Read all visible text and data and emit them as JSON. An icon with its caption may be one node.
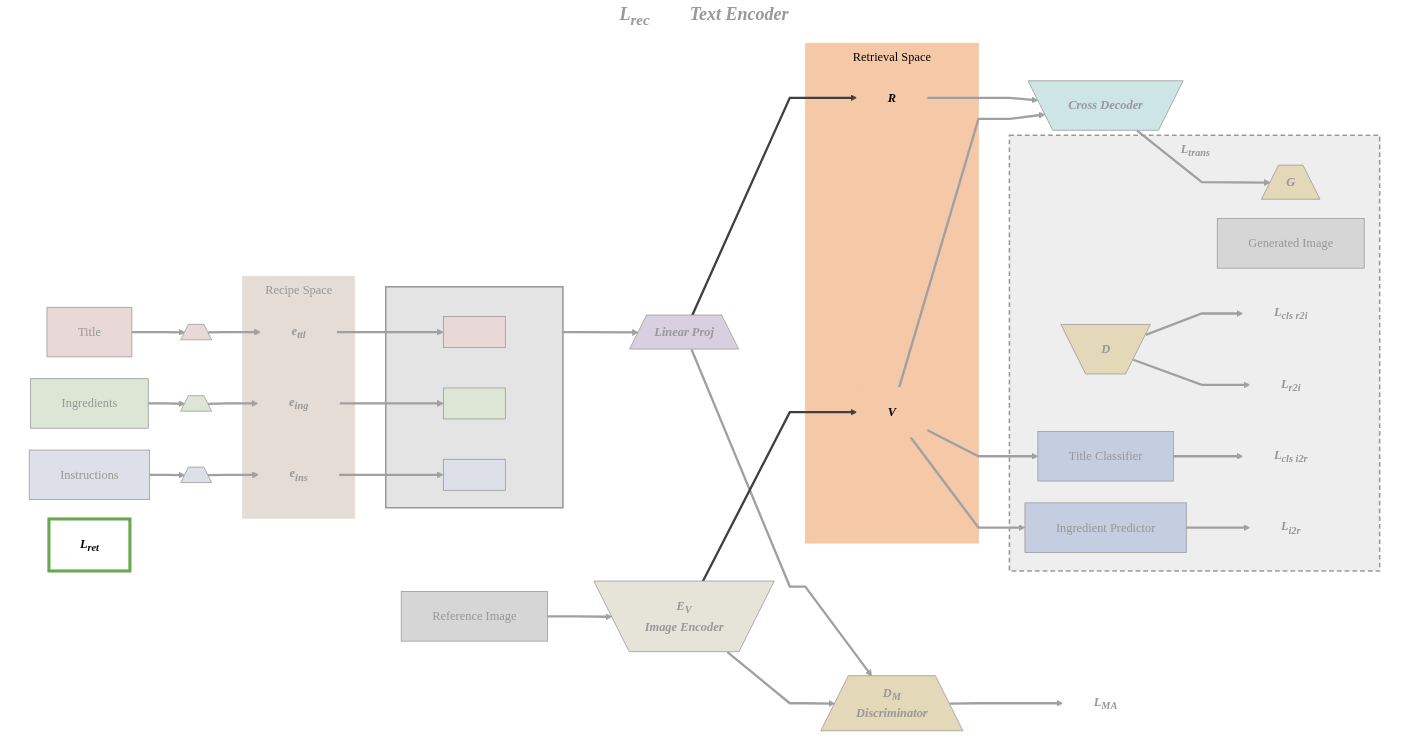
{
  "diagram": {
    "nodes": [
      {
        "text": [
          "Title"
        ]
      },
      {
        "text": [
          "Ingredients"
        ]
      },
      {
        "text": [
          "Instructions"
        ]
      },
      {
        "text": [],
        "shape": "trapezoid"
      },
      {
        "text": [],
        "shape": "trapezoid"
      },
      {
        "text": [],
        "shape": "trapezoid"
      },
      {
        "text": [
          "Recipe Space"
        ]
      },
      {
        "text": [
          "e$_{ttl}$"
        ],
        "in": 6
      },
      {
        "text": [
          "e$_{ing}$"
        ],
        "in": 6
      },
      {
        "text": [
          "e$_{ins}$"
        ],
        "in": 6
      },
      {
        "text": [],
        "shape": "box"
      },
      {
        "text": [],
        "shape": "bar",
        "in": 10
      },
      {
        "text": [],
        "shape": "bar",
        "in": 10
      },
      {
        "text": [],
        "shape": "bar",
        "in": 10
      },
      {
        "text": [
          "Linear Proj"
        ]
      },
      {
        "text": [
          "L$_{ret}$"
        ]
      },
      {
        "text": [
          "Retrieval Space"
        ]
      },
      {
        "text": [
          "R"
        ],
        "in": 16
      },
      {
        "text": [
          "Cross Decoder"
        ]
      },
      {
        "text": [
          "L$_{trans}$"
        ]
      },
      {
        "text": [
          "G"
        ],
        "in": 19
      },
      {
        "text": [
          "Generated Image"
        ],
        "in": 19
      },
      {
        "text": [
          "D"
        ],
        "in": 19
      },
      {
        "text": [
          "L$_{cls r2i}$"
        ],
        "in": 19
      },
      {
        "text": [
          "L$_{r2i}$"
        ],
        "in": 19
      },
      {
        "text": [
          "D$_{M}$",
          "Discriminator"
        ]
      },
      {
        "text": [
          "L$_{MA}$"
        ]
      },
      {
        "text": [
          "Reference Image"
        ]
      },
      {
        "text": [
          "E$_{V}$",
          "Image Encoder"
        ]
      },
      {
        "text": [
          "V"
        ],
        "in": 16
      },
      {
        "text": [
          "Title Classifier"
        ],
        "in": 19
      },
      {
        "text": [
          "Ingredient Predictor"
        ],
        "in": 19
      },
      {
        "text": [
          "L$_{cls i2r}$"
        ],
        "in": 19
      },
      {
        "text": [
          "L$_{i2r}$"
        ],
        "in": 19
      }
    ],
    "edges": [
      {
        "from": 0,
        "to": 3,
        "arrow": "to"
      },
      {
        "from": 1,
        "to": 4,
        "arrow": "to"
      },
      {
        "from": 2,
        "to": 5,
        "arrow": "to"
      },
      {
        "from": 3,
        "to": 7,
        "arrow": "to"
      },
      {
        "from": 4,
        "to": 8,
        "arrow": "to"
      },
      {
        "from": 5,
        "to": 9,
        "arrow": "to"
      },
      {
        "from": 7,
        "to": 11,
        "arrow": "to"
      },
      {
        "from": 8,
        "to": 12,
        "arrow": "to"
      },
      {
        "from": 9,
        "to": 13,
        "arrow": "to"
      },
      {
        "from": 10,
        "to": 14,
        "arrow": "to"
      },
      {
        "from": 14,
        "to": 17,
        "arrow": "to",
        "color": "#404040"
      },
      {
        "from": 14,
        "to": 25,
        "arrow": "to"
      },
      {
        "from": 28,
        "to": 25,
        "arrow": "to"
      },
      {
        "from": 25,
        "to": 26,
        "arrow": "to"
      },
      {
        "from": 27,
        "to": 28,
        "arrow": "to"
      },
      {
        "from": 28,
        "to": 29,
        "arrow": "to",
        "color": "#404040"
      },
      {
        "from": 17,
        "to": 18,
        "arrow": "to"
      },
      {
        "from": 29,
        "to": 18,
        "arrow": "to"
      },
      {
        "from": 18,
        "to": 20,
        "arrow": "to"
      },
      {
        "from": 22,
        "to": 23,
        "arrow": "to"
      },
      {
        "from": 22,
        "to": 24,
        "arrow": "to"
      },
      {
        "from": 29,
        "to": 30,
        "arrow": "to"
      },
      {
        "from": 29,
        "to": 31,
        "arrow": "to"
      },
      {
        "from": 30,
        "to": 32,
        "arrow": "to"
      },
      {
        "from": 31,
        "to": 33,
        "arrow": "to"
      }
    ],
    "labels": [
      "L$_{rec}$",
      "Text Encoder"
    ]
  }
}
